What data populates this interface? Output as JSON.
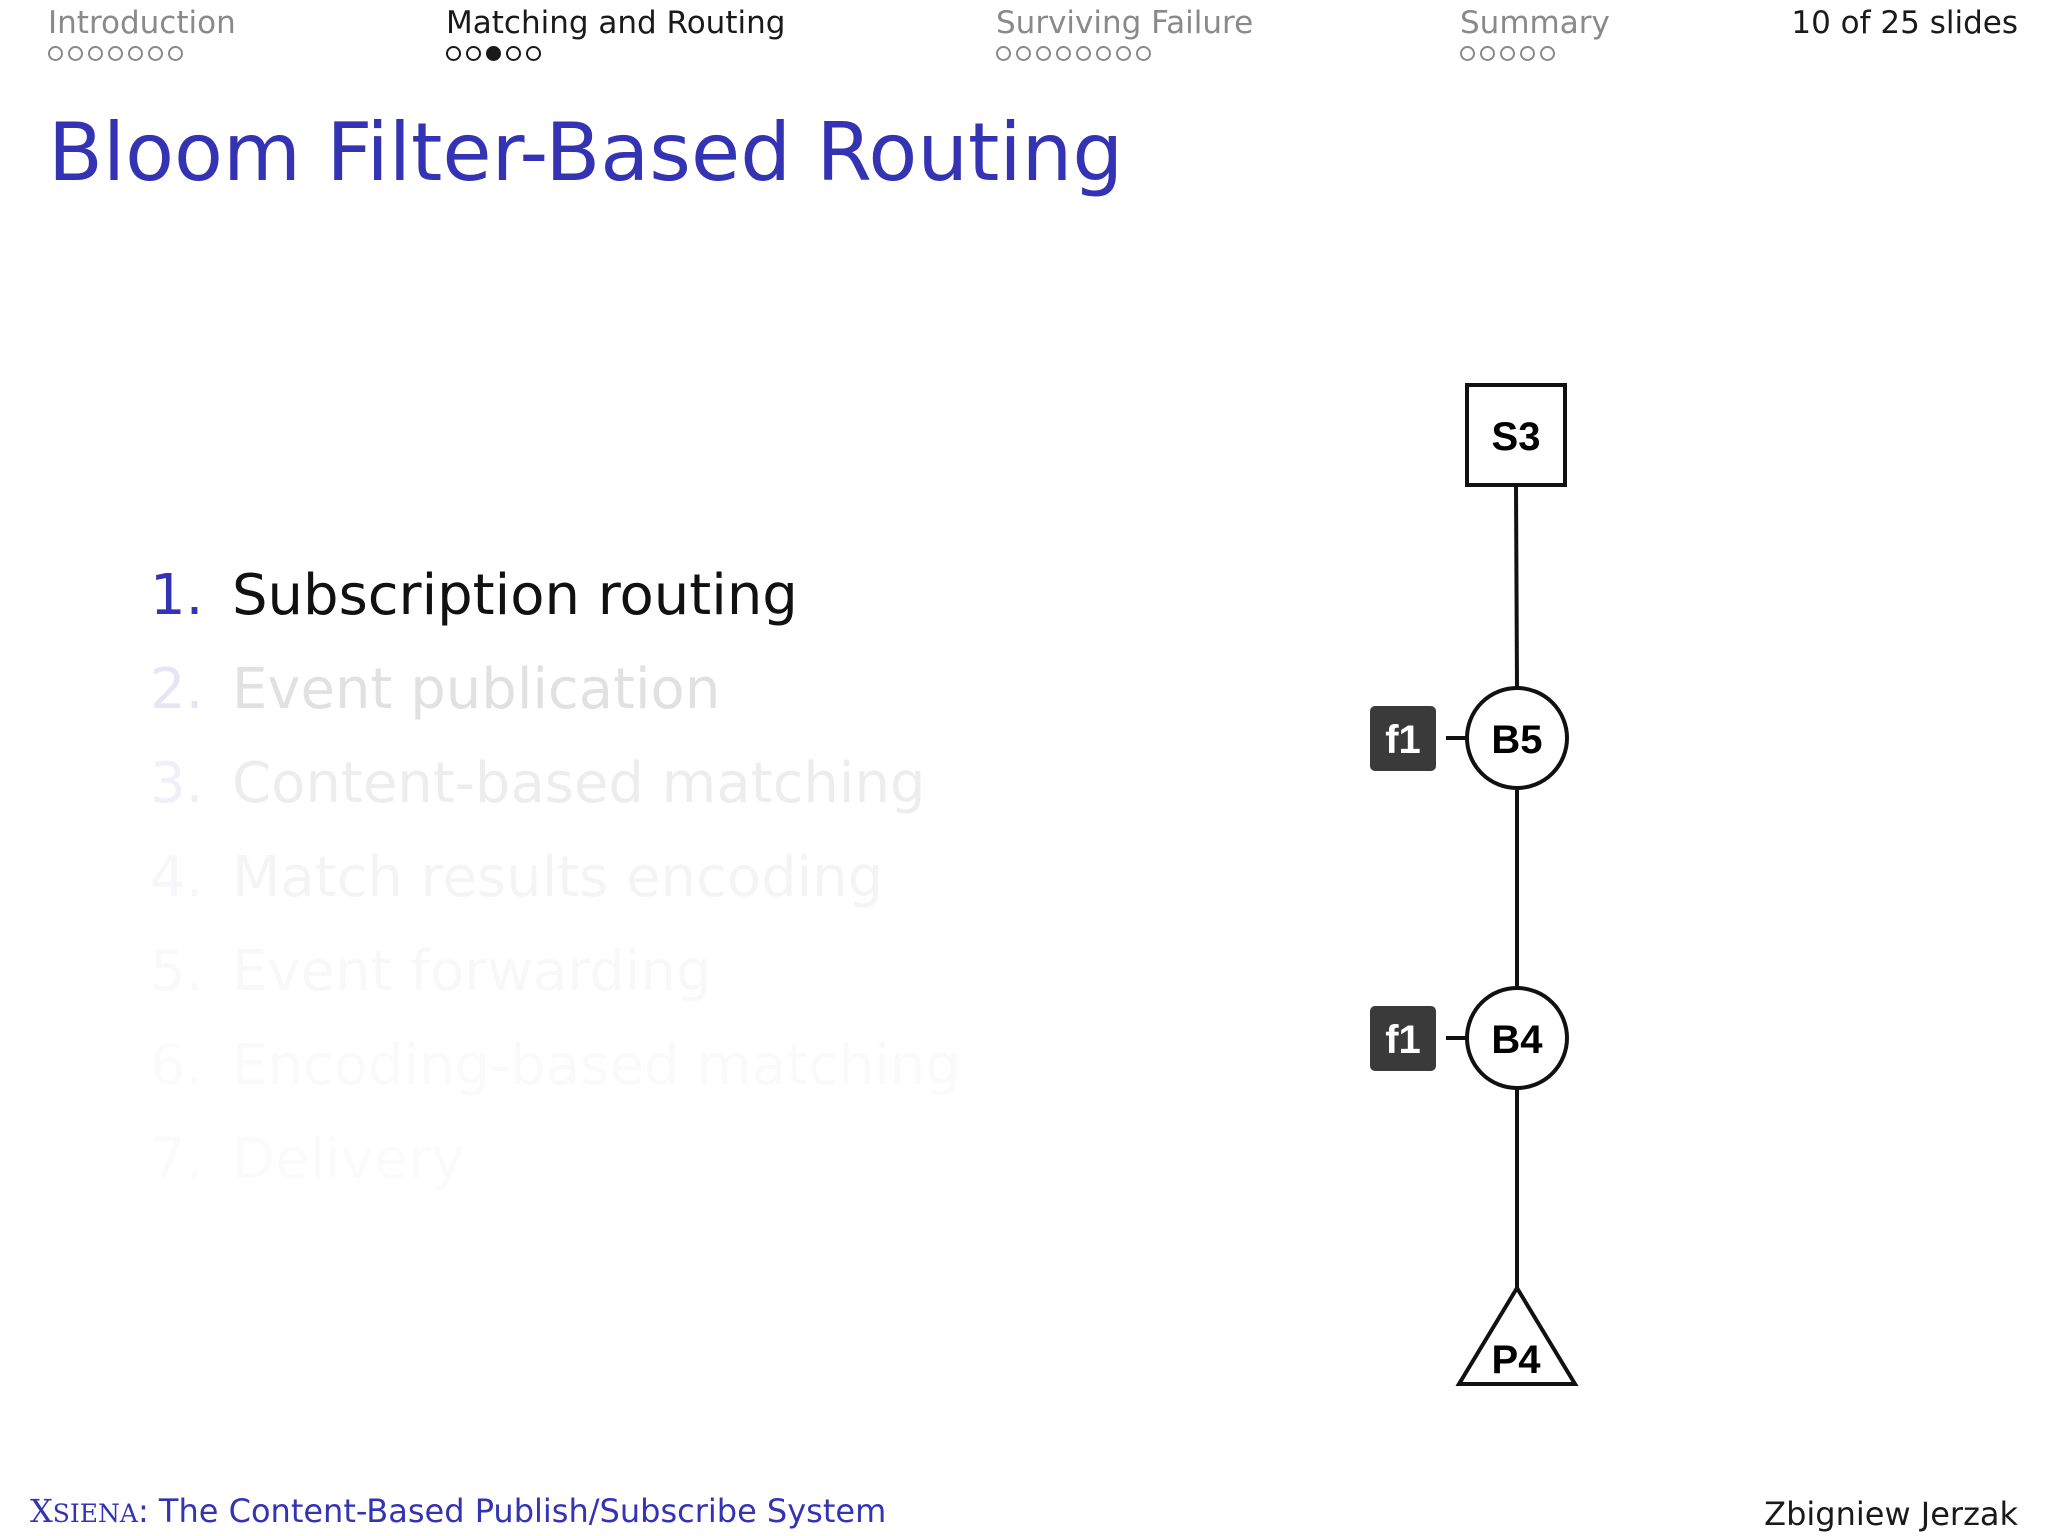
{
  "header": {
    "sections": [
      {
        "title": "Introduction",
        "dots": 7,
        "current_dot": null,
        "active": false
      },
      {
        "title": "Matching and Routing",
        "dots": 5,
        "current_dot": 3,
        "active": true
      },
      {
        "title": "Surviving Failure",
        "dots": 8,
        "current_dot": null,
        "active": false
      },
      {
        "title": "Summary",
        "dots": 5,
        "current_dot": null,
        "active": false
      }
    ],
    "slide_count": "10 of 25 slides"
  },
  "title": "Bloom Filter-Based Routing",
  "steps": [
    {
      "num": "1.",
      "label": "Subscription routing",
      "emphasis": 1.0
    },
    {
      "num": "2.",
      "label": "Event publication",
      "emphasis": 0.12
    },
    {
      "num": "3.",
      "label": "Content-based matching",
      "emphasis": 0.07
    },
    {
      "num": "4.",
      "label": "Match results encoding",
      "emphasis": 0.04
    },
    {
      "num": "5.",
      "label": "Event forwarding",
      "emphasis": 0.025
    },
    {
      "num": "6.",
      "label": "Encoding-based matching",
      "emphasis": 0.015
    },
    {
      "num": "7.",
      "label": "Delivery",
      "emphasis": 0.01
    }
  ],
  "diagram": {
    "subscriber": "S3",
    "broker_upper": "B5",
    "broker_lower": "B4",
    "publisher": "P4",
    "filter_upper": "f1",
    "filter_lower": "f1"
  },
  "footer": {
    "brand_prefix": "X",
    "brand_smallcaps": "SIENA",
    "subtitle": ": The Content-Based Publish/Subscribe System",
    "author": "Zbigniew Jerzak"
  },
  "colors": {
    "accent": "#3333b3",
    "nav_inactive": "#8a8a8a",
    "filter_box": "#3a3a3a"
  }
}
